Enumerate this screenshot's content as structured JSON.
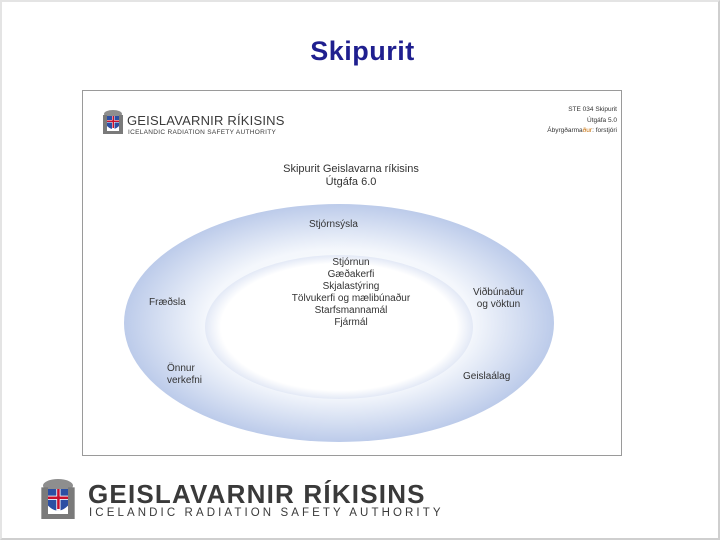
{
  "slide": {
    "title": "Skipurit"
  },
  "document": {
    "logo": {
      "name": "GEISLAVARNIR RÍKISINS",
      "subtitle": "ICELANDIC RADIATION SAFETY AUTHORITY",
      "icon": "coat-of-arms"
    },
    "meta": {
      "code": "STE 034 Skipurit",
      "version": "Útgáfa 5.0",
      "owner_prefix": "Ábyrgðarma",
      "owner_highlight": "ður",
      "owner_suffix": ": forstjóri"
    },
    "heading": {
      "title": "Skipurit Geislavarna ríkisins",
      "version": "Útgáfa 6.0"
    }
  },
  "org_chart": {
    "ring_top": "Stjórnsýsla",
    "left_top": "Fræðsla",
    "left_bottom_line1": "Önnur",
    "left_bottom_line2": "verkefni",
    "right_top_line1": "Viðbúnaður",
    "right_top_line2": "og vöktun",
    "right_bottom": "Geislaálag",
    "center_items": [
      "Stjórnun",
      "Gæðakerfi",
      "Skjalastýring",
      "Tölvukerfi og mælibúnaður",
      "Starfsmannamál",
      "Fjármál"
    ]
  },
  "footer": {
    "name": "GEISLAVARNIR RÍKISINS",
    "subtitle": "ICELANDIC RADIATION SAFETY AUTHORITY",
    "icon": "coat-of-arms"
  },
  "colors": {
    "title": "#1f1f8f",
    "ring_light": "#f4f7fc",
    "ring_dark": "#bccbea",
    "meta_highlight": "#c46a00"
  }
}
